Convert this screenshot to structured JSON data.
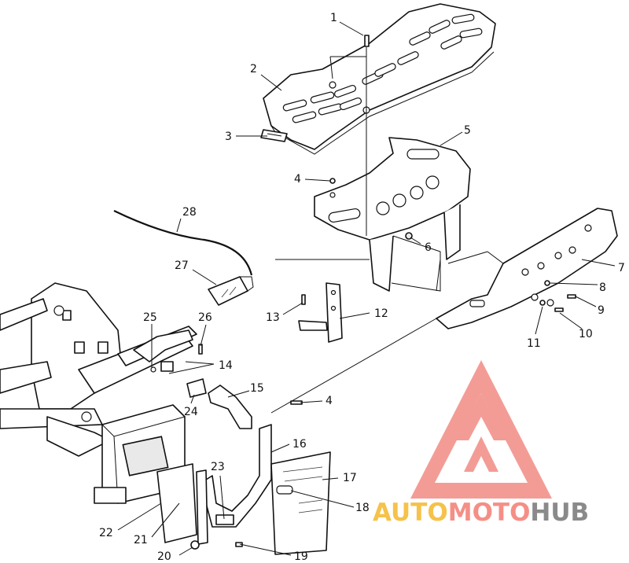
{
  "callouts": [
    "1",
    "2",
    "3",
    "4",
    "4",
    "5",
    "6",
    "7",
    "8",
    "9",
    "10",
    "11",
    "12",
    "13",
    "14",
    "15",
    "16",
    "17",
    "18",
    "19",
    "20",
    "21",
    "22",
    "23",
    "24",
    "25",
    "26",
    "27",
    "28"
  ],
  "watermark": {
    "part1": "AUTO",
    "part2": "MOTO",
    "part3": "HUB",
    "colors": {
      "auto": "#f5c24a",
      "moto": "#f58f86",
      "hub": "#8a8a8a",
      "logo": "#f28b84"
    }
  }
}
